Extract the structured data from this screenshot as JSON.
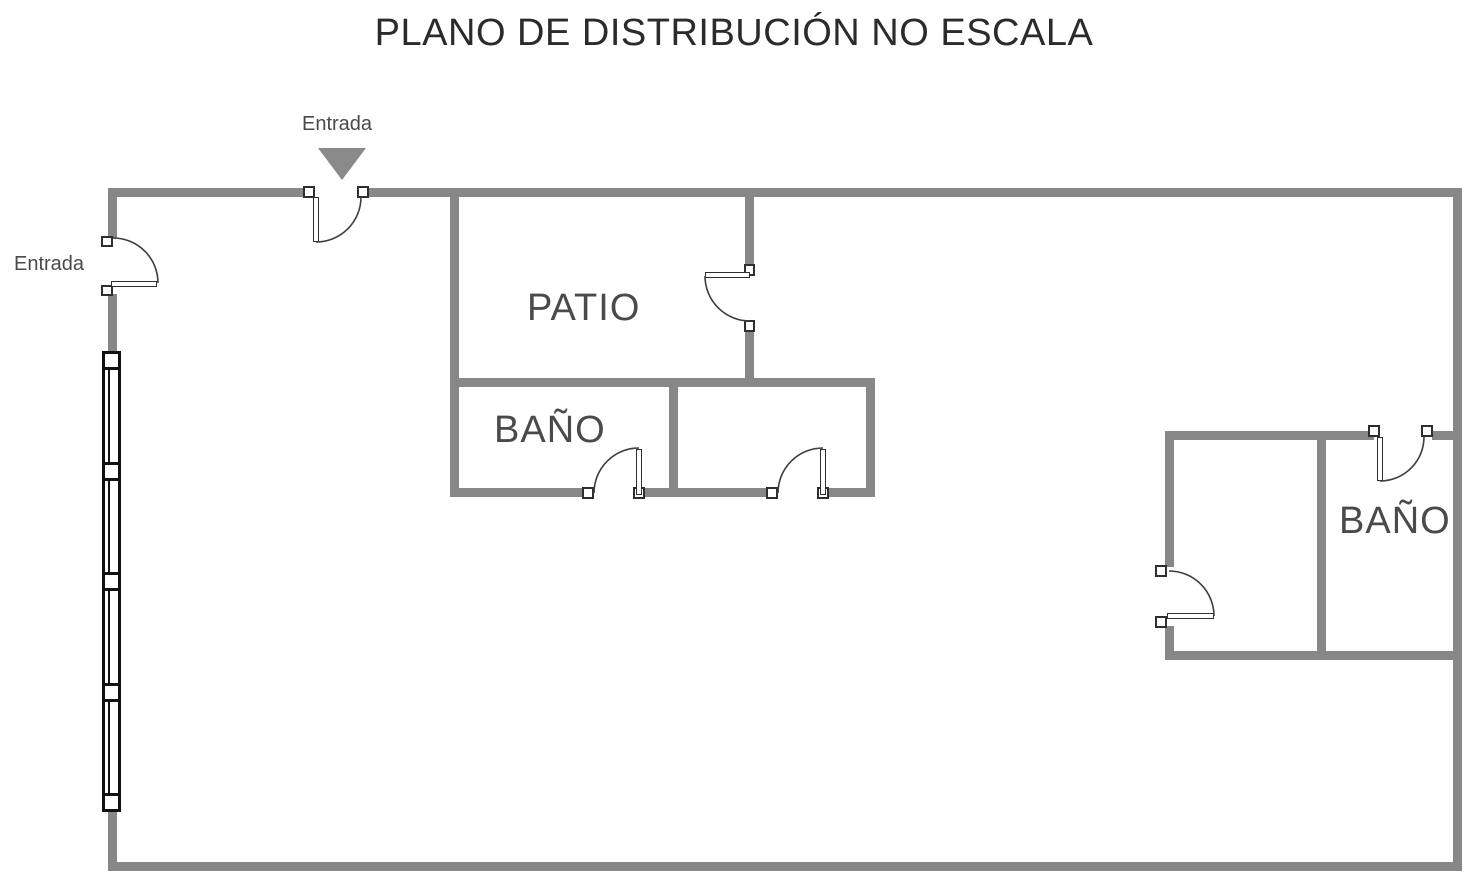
{
  "title": "PLANO DE DISTRIBUCIÓN NO ESCALA",
  "entrances": {
    "top": "Entrada",
    "left": "Entrada"
  },
  "rooms": {
    "patio": "PATIO",
    "bathroom_top": "BAÑO",
    "bathroom_right": "BAÑO"
  },
  "icons": {
    "entrance_arrow": "triangle-down-icon",
    "window": "window-symbol",
    "doors": "quarter-arc-door-swing"
  },
  "colors": {
    "background": "#ffffff",
    "wall": "#878787",
    "door_line": "#3e3e3e",
    "frame": "#111111",
    "title_text": "#2b2b2b",
    "label_text": "#4a4a4a",
    "arrow_fill": "#8a8a8a"
  }
}
